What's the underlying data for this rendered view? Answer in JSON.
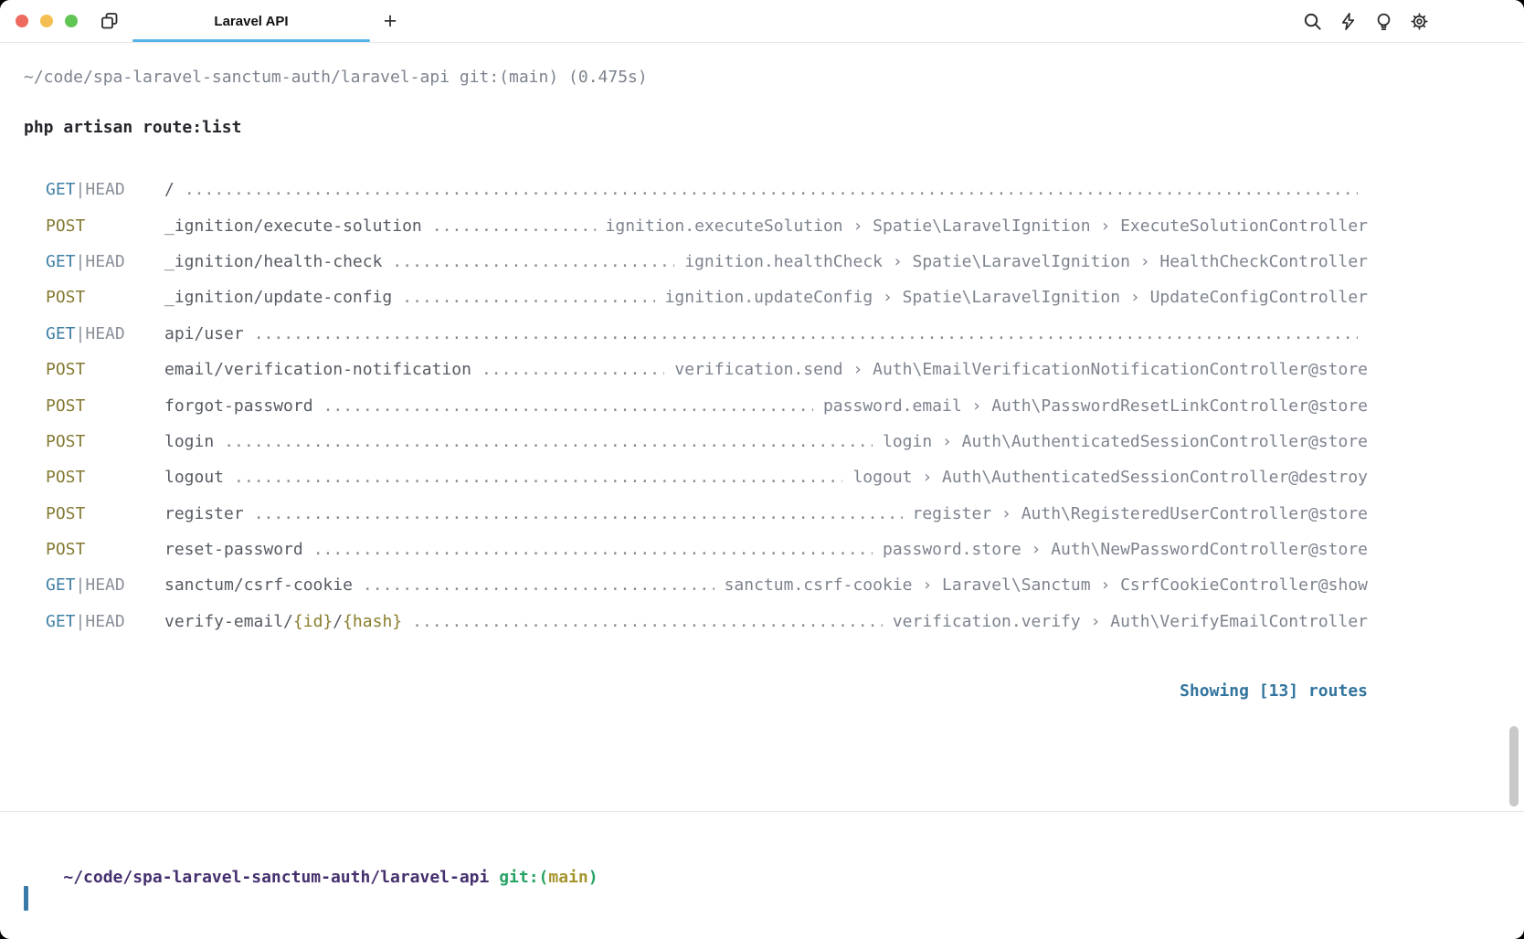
{
  "window": {
    "tab_title": "Laravel API",
    "new_tab_label": "+"
  },
  "titlebar": {
    "icons": [
      "window-controls",
      "launch-configs-icon",
      "search-icon",
      "lightning-icon",
      "lightbulb-icon",
      "gear-icon"
    ]
  },
  "session": {
    "meta_line": "~/code/spa-laravel-sanctum-auth/laravel-api git:(main) (0.475s)",
    "command": "php artisan route:list",
    "summary": "Showing [13] routes"
  },
  "routes": [
    {
      "method": "GET|HEAD",
      "path": "/",
      "target": ""
    },
    {
      "method": "POST",
      "path": "_ignition/execute-solution",
      "target": "ignition.executeSolution › Spatie\\LaravelIgnition › ExecuteSolutionController"
    },
    {
      "method": "GET|HEAD",
      "path": "_ignition/health-check",
      "target": "ignition.healthCheck › Spatie\\LaravelIgnition › HealthCheckController"
    },
    {
      "method": "POST",
      "path": "_ignition/update-config",
      "target": "ignition.updateConfig › Spatie\\LaravelIgnition › UpdateConfigController"
    },
    {
      "method": "GET|HEAD",
      "path": "api/user",
      "target": ""
    },
    {
      "method": "POST",
      "path": "email/verification-notification",
      "target": "verification.send › Auth\\EmailVerificationNotificationController@store"
    },
    {
      "method": "POST",
      "path": "forgot-password",
      "target": "password.email › Auth\\PasswordResetLinkController@store"
    },
    {
      "method": "POST",
      "path": "login",
      "target": "login › Auth\\AuthenticatedSessionController@store"
    },
    {
      "method": "POST",
      "path": "logout",
      "target": "logout › Auth\\AuthenticatedSessionController@destroy"
    },
    {
      "method": "POST",
      "path": "register",
      "target": "register › Auth\\RegisteredUserController@store"
    },
    {
      "method": "POST",
      "path": "reset-password",
      "target": "password.store › Auth\\NewPasswordController@store"
    },
    {
      "method": "GET|HEAD",
      "path": "sanctum/csrf-cookie",
      "target": "sanctum.csrf-cookie › Laravel\\Sanctum › CsrfCookieController@show"
    },
    {
      "method": "GET|HEAD",
      "path": "verify-email/{id}/{hash}",
      "target": "verification.verify › Auth\\VerifyEmailController"
    }
  ],
  "prompt": {
    "path": "~/code/spa-laravel-sanctum-auth/laravel-api",
    "git_prefix": " git:(",
    "branch": "main",
    "git_suffix": ")"
  },
  "colors": {
    "accent_tab": "#57b2e8",
    "method_get": "#417fa6",
    "method_extra": "#8a8f99",
    "method_post": "#857a33",
    "param": "#8a7d2e",
    "summary_blue": "#33759e",
    "prompt_purple": "#45306e",
    "git_green": "#27a365",
    "branch_olive": "#a6952f",
    "cursor_blue": "#3a7aa8"
  }
}
